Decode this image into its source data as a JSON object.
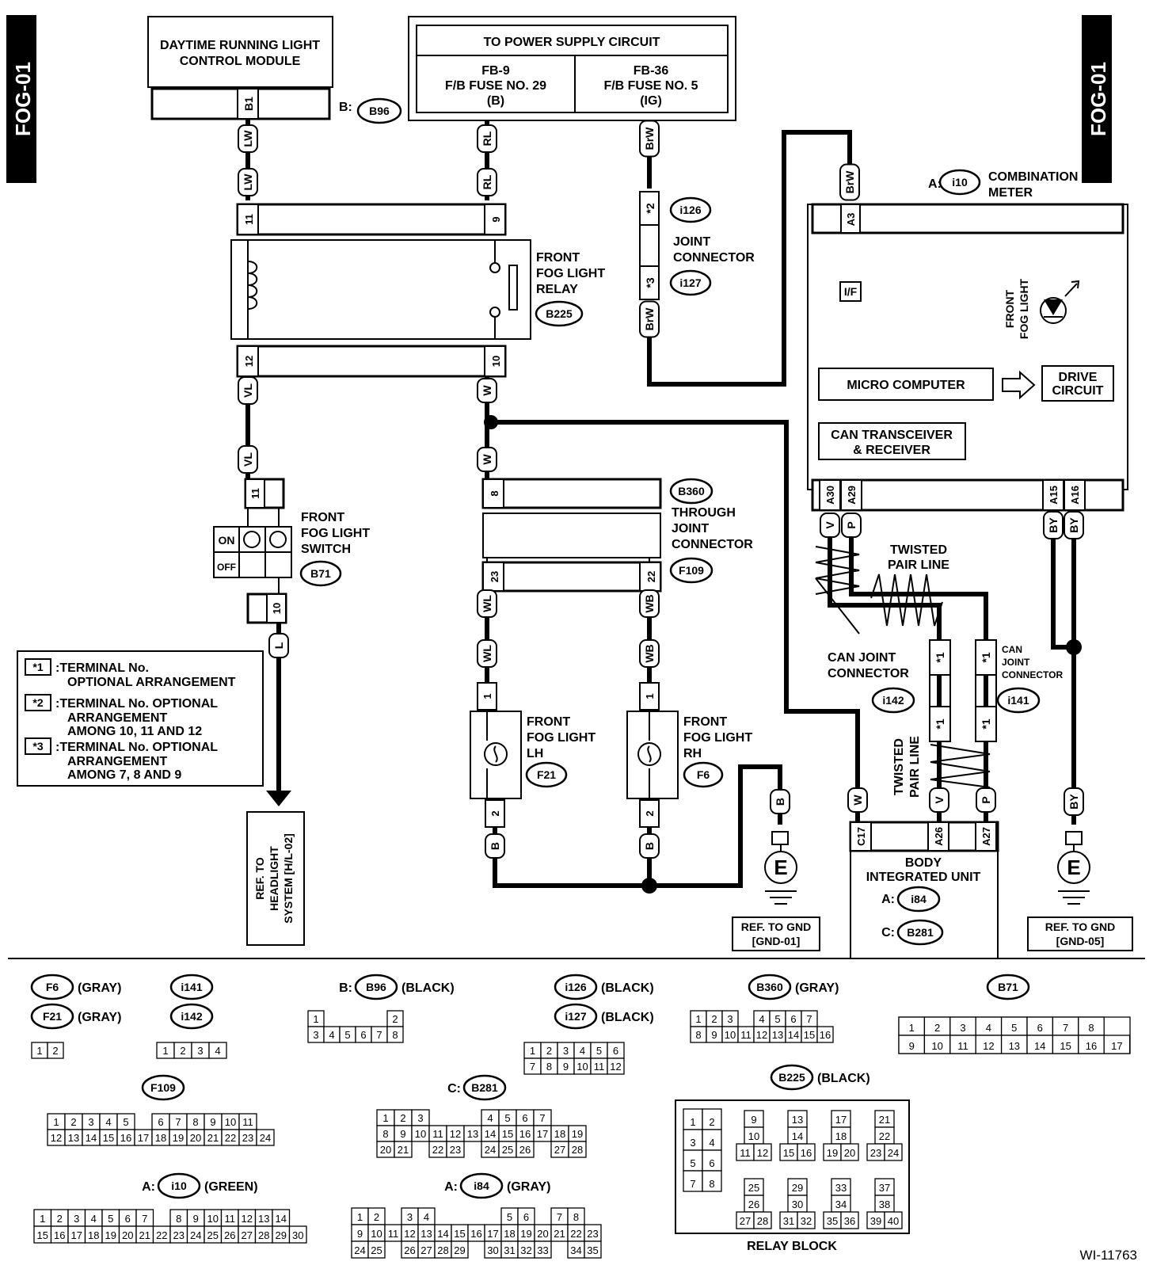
{
  "page_tag": "FOG-01",
  "figure_id": "WI-11763",
  "blocks": {
    "drl_module": [
      "DAYTIME RUNNING LIGHT",
      "CONTROL MODULE"
    ],
    "drl_pin": "B1",
    "drl_conn_prefix": "B:",
    "drl_conn": "B96",
    "power_title": "TO POWER SUPPLY CIRCUIT",
    "power_left": [
      "FB-9",
      "F/B FUSE NO. 29",
      "(B)"
    ],
    "power_right": [
      "FB-36",
      "F/B FUSE NO. 5",
      "(IG)"
    ],
    "relay": [
      "FRONT",
      "FOG LIGHT",
      "RELAY"
    ],
    "relay_conn": "B225",
    "joint": [
      "JOINT",
      "CONNECTOR"
    ],
    "joint_conn_top": "i126",
    "joint_conn_bottom": "i127",
    "joint_pin_top": "*2",
    "joint_pin_bottom": "*3",
    "meter_prefix": "A:",
    "meter_conn": "i10",
    "meter": [
      "COMBINATION",
      "METER"
    ],
    "meter_if": "I/F",
    "meter_light": [
      "FRONT",
      "FOG LIGHT"
    ],
    "micro": "MICRO COMPUTER",
    "drive": [
      "DRIVE",
      "CIRCUIT"
    ],
    "can": [
      "CAN TRANSCEIVER",
      "& RECEIVER"
    ],
    "through_conn": "B360",
    "through": [
      "THROUGH",
      "JOINT",
      "CONNECTOR"
    ],
    "through_conn2": "F109",
    "switch": [
      "FRONT",
      "FOG LIGHT",
      "SWITCH"
    ],
    "switch_on": "ON",
    "switch_off": "OFF",
    "switch_conn": "B71",
    "fog_lh": [
      "FRONT",
      "FOG LIGHT",
      "LH"
    ],
    "fog_lh_conn": "F21",
    "fog_rh": [
      "FRONT",
      "FOG LIGHT",
      "RH"
    ],
    "fog_rh_conn": "F6",
    "twisted_top": [
      "TWISTED",
      "PAIR LINE"
    ],
    "twisted_bottom": [
      "TWISTED",
      "PAIR LINE"
    ],
    "can_joint_left": [
      "CAN JOINT",
      "CONNECTOR"
    ],
    "can_joint_left_conn": "i142",
    "can_joint_right": [
      "CAN",
      "JOINT",
      "CONNECTOR"
    ],
    "can_joint_right_conn": "i141",
    "can_pin": "*1",
    "biu": [
      "BODY",
      "INTEGRATED UNIT"
    ],
    "biu_a_prefix": "A:",
    "biu_a": "i84",
    "biu_c_prefix": "C:",
    "biu_c": "B281",
    "gnd01": [
      "REF. TO GND",
      "[GND-01]"
    ],
    "gnd05": [
      "REF. TO GND",
      "[GND-05]"
    ],
    "headlight_ref": [
      "REF. TO",
      "HEADLIGHT",
      "SYSTEM [H/L-02]"
    ],
    "ground_symbol": "E"
  },
  "legend": [
    {
      "key": "*1",
      "lines": [
        ":TERMINAL No.",
        "OPTIONAL ARRANGEMENT"
      ]
    },
    {
      "key": "*2",
      "lines": [
        ":TERMINAL No. OPTIONAL",
        "ARRANGEMENT",
        "AMONG 10, 11 AND 12"
      ]
    },
    {
      "key": "*3",
      "lines": [
        ":TERMINAL No. OPTIONAL",
        "ARRANGEMENT",
        "AMONG 7, 8 AND 9"
      ]
    }
  ],
  "wire_labels": {
    "lw1": "LW",
    "lw2": "LW",
    "rl1": "RL",
    "rl2": "RL",
    "brw1": "BrW",
    "brw2": "BrW",
    "brw3": "BrW",
    "vl1": "VL",
    "vl2": "VL",
    "w1": "W",
    "w2": "W",
    "l1": "L",
    "wl1": "WL",
    "wl2": "WL",
    "wb1": "WB",
    "wb2": "WB",
    "b1": "B",
    "b2": "B",
    "b3": "B",
    "v1": "V",
    "p1": "P",
    "v2": "V",
    "p2": "P",
    "by1": "BY",
    "by2": "BY",
    "by3": "BY",
    "w3": "W"
  },
  "pin_labels": {
    "p11": "11",
    "p9": "9",
    "p12": "12",
    "p10": "10",
    "sw11": "11",
    "sw10": "10",
    "p8": "8",
    "p23": "23",
    "p22": "22",
    "lh1": "1",
    "lh2": "2",
    "rh1": "1",
    "rh2": "2",
    "a3": "A3",
    "a30": "A30",
    "a29": "A29",
    "a15": "A15",
    "a16": "A16",
    "c17": "C17",
    "a26": "A26",
    "a27": "A27"
  },
  "connectors": {
    "f6": {
      "name": "F6",
      "color": "(GRAY)"
    },
    "f21": {
      "name": "F21",
      "color": "(GRAY)",
      "rows": [
        [
          "1",
          "2"
        ]
      ]
    },
    "i141": {
      "name": "i141"
    },
    "i142": {
      "name": "i142",
      "rows": [
        [
          "1",
          "2",
          "3",
          "4"
        ]
      ]
    },
    "b96": {
      "prefix": "B:",
      "name": "B96",
      "color": "(BLACK)",
      "rows": [
        [
          "1",
          "",
          "",
          "",
          "",
          "2"
        ],
        [
          "3",
          "4",
          "5",
          "6",
          "7",
          "8"
        ]
      ]
    },
    "i126": {
      "name": "i126",
      "color": "(BLACK)"
    },
    "i127": {
      "name": "i127",
      "color": "(BLACK)",
      "rows": [
        [
          "1",
          "2",
          "3",
          "4",
          "5",
          "6"
        ],
        [
          "7",
          "8",
          "9",
          "10",
          "11",
          "12"
        ]
      ]
    },
    "b360": {
      "name": "B360",
      "color": "(GRAY)",
      "rows": [
        [
          "1",
          "2",
          "3",
          "",
          "4",
          "5",
          "6",
          "7"
        ],
        [
          "8",
          "9",
          "10",
          "11",
          "12",
          "13",
          "14",
          "15",
          "16"
        ]
      ]
    },
    "b71": {
      "name": "B71",
      "rows": [
        [
          "1",
          "2",
          "3",
          "4",
          "5",
          "6",
          "7",
          "8"
        ],
        [
          "9",
          "10",
          "11",
          "12",
          "13",
          "14",
          "15",
          "16",
          "17"
        ]
      ]
    },
    "f109": {
      "name": "F109",
      "rows": [
        [
          "1",
          "2",
          "3",
          "4",
          "5",
          "",
          "6",
          "7",
          "8",
          "9",
          "10",
          "11"
        ],
        [
          "12",
          "13",
          "14",
          "15",
          "16",
          "17",
          "18",
          "19",
          "20",
          "21",
          "22",
          "23",
          "24"
        ]
      ]
    },
    "b281": {
      "prefix": "C:",
      "name": "B281",
      "rows": [
        [
          "1",
          "2",
          "3",
          "",
          "",
          "",
          "4",
          "5",
          "6",
          "7"
        ],
        [
          "8",
          "9",
          "10",
          "11",
          "12",
          "13",
          "14",
          "15",
          "16",
          "17",
          "18",
          "19"
        ],
        [
          "20",
          "21",
          "",
          "22",
          "23",
          "",
          "24",
          "25",
          "26",
          "",
          "27",
          "28"
        ]
      ]
    },
    "b225": {
      "name": "B225",
      "color": "(BLACK)",
      "title": "RELAY BLOCK",
      "cells": [
        "1",
        "2",
        "3",
        "4",
        "5",
        "6",
        "7",
        "8",
        "9",
        "10",
        "11",
        "12",
        "13",
        "14",
        "15",
        "16",
        "17",
        "18",
        "19",
        "20",
        "21",
        "22",
        "23",
        "24",
        "25",
        "26",
        "27",
        "28",
        "29",
        "30",
        "31",
        "32",
        "33",
        "34",
        "35",
        "36",
        "37",
        "38",
        "39",
        "40"
      ]
    },
    "i10": {
      "prefix": "A:",
      "name": "i10",
      "color": "(GREEN)",
      "rows": [
        [
          "1",
          "2",
          "3",
          "4",
          "5",
          "6",
          "7",
          "",
          "8",
          "9",
          "10",
          "11",
          "12",
          "13",
          "14"
        ],
        [
          "15",
          "16",
          "17",
          "18",
          "19",
          "20",
          "21",
          "22",
          "23",
          "24",
          "25",
          "26",
          "27",
          "28",
          "29",
          "30"
        ]
      ]
    },
    "i84": {
      "prefix": "A:",
      "name": "i84",
      "color": "(GRAY)",
      "rows": [
        [
          "1",
          "2",
          "",
          "3",
          "4",
          "",
          "",
          "",
          "",
          "5",
          "6",
          "",
          "7",
          "8"
        ],
        [
          "9",
          "10",
          "11",
          "12",
          "13",
          "14",
          "15",
          "16",
          "17",
          "18",
          "19",
          "20",
          "21",
          "22",
          "23"
        ],
        [
          "24",
          "25",
          "",
          "26",
          "27",
          "28",
          "29",
          "",
          "30",
          "31",
          "32",
          "33",
          "",
          "34",
          "35"
        ]
      ]
    }
  }
}
